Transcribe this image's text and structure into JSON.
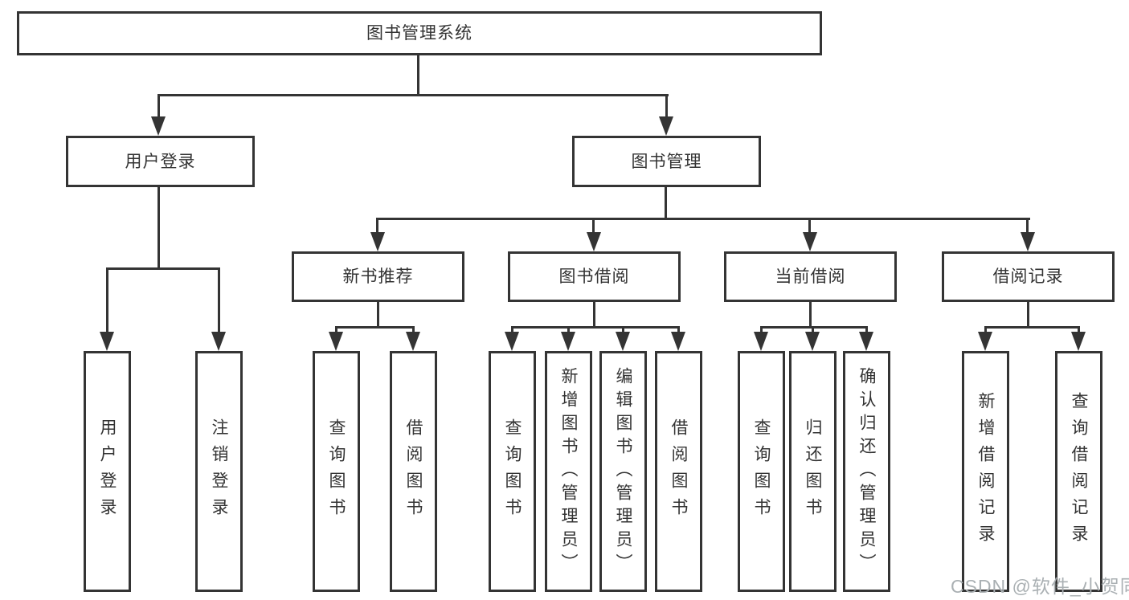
{
  "colors": {
    "line": "#343434",
    "text": "#333333",
    "node_bg": "#ffffff",
    "background": "#ffffff",
    "watermark": "#aab0b3"
  },
  "watermark": {
    "text": "CSDN @软件_小贺同学"
  },
  "tree": {
    "root": {
      "label": "图书管理系统"
    },
    "branches": [
      {
        "label": "用户登录",
        "children": [
          {
            "label": "用户登录"
          },
          {
            "label": "注销登录"
          }
        ]
      },
      {
        "label": "图书管理",
        "children": [
          {
            "label": "新书推荐",
            "children": [
              {
                "label": "查询图书"
              },
              {
                "label": "借阅图书"
              }
            ]
          },
          {
            "label": "图书借阅",
            "children": [
              {
                "label": "查询图书"
              },
              {
                "label": "新增图书（管理员）"
              },
              {
                "label": "编辑图书（管理员）"
              },
              {
                "label": "借阅图书"
              }
            ]
          },
          {
            "label": "当前借阅",
            "children": [
              {
                "label": "查询图书"
              },
              {
                "label": "归还图书"
              },
              {
                "label": "确认归还（管理员）"
              }
            ]
          },
          {
            "label": "借阅记录",
            "children": [
              {
                "label": "新增借阅记录"
              },
              {
                "label": "查询借阅记录"
              }
            ]
          }
        ]
      }
    ]
  }
}
